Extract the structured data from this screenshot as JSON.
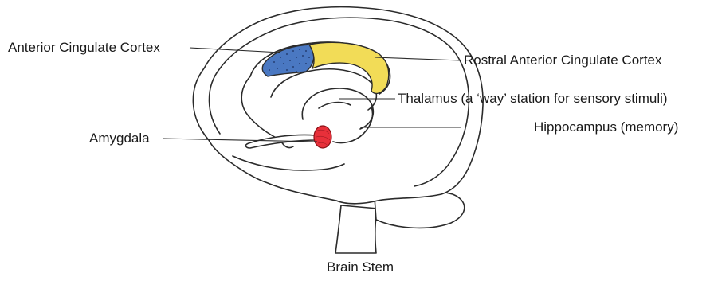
{
  "labels": {
    "anterior_cingulate_cortex": "Anterior Cingulate Cortex",
    "rostral_anterior_cingulate_cortex": "Rostral Anterior Cingulate Cortex",
    "thalamus": "Thalamus (a ‘way’ station for sensory stimuli)",
    "hippocampus": "Hippocampus (memory)",
    "amygdala": "Amygdala",
    "brain_stem": "Brain Stem"
  },
  "colors": {
    "anterior_cingulate_cortex": "#4a78c2",
    "rostral_anterior_cingulate_cortex": "#f2dc57",
    "amygdala": "#e8303a",
    "outline": "#2b2b2b",
    "background": "#ffffff"
  }
}
